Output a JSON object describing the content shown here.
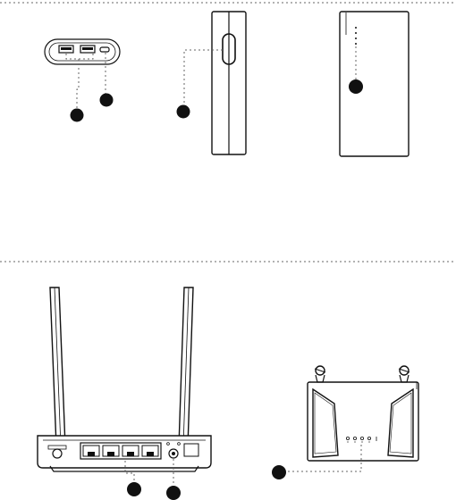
{
  "panels": [
    {
      "name": "power-bank-top-ports",
      "callouts": 2
    },
    {
      "name": "power-bank-side-button",
      "callouts": 1
    },
    {
      "name": "power-bank-front-leds",
      "callouts": 1,
      "led_count": 4
    },
    {
      "name": "router-rear-ports",
      "callouts": 2
    },
    {
      "name": "router-top-leds",
      "callouts": 1
    }
  ],
  "colors": {
    "line": "#111111",
    "divider": "#999999",
    "background": "#ffffff"
  }
}
